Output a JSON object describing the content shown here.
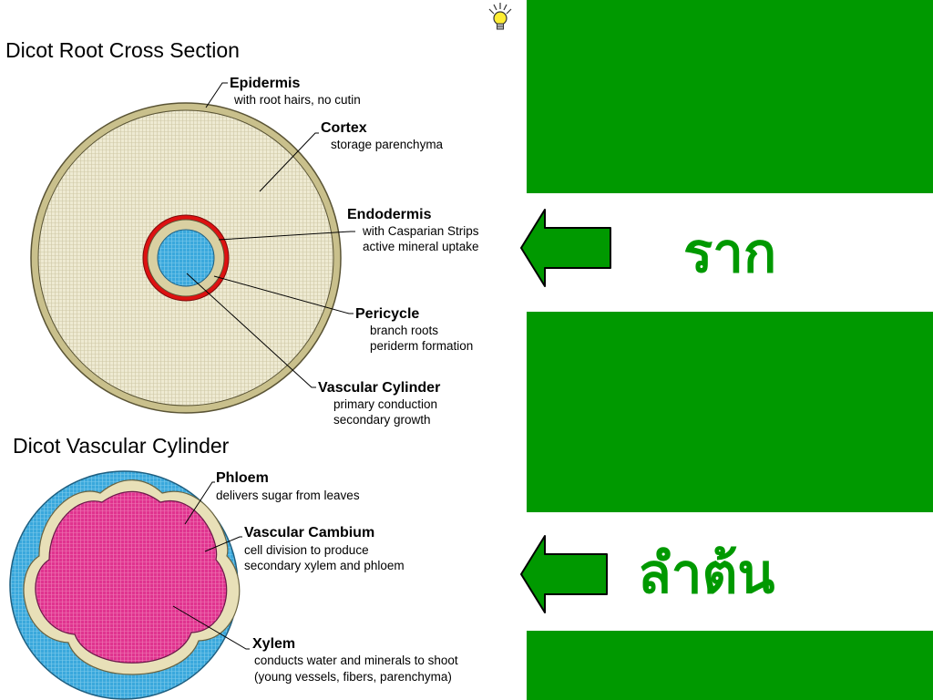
{
  "root_section": {
    "title": "Dicot Root Cross Section",
    "labels": [
      {
        "id": "epidermis",
        "heading": "Epidermis",
        "sub": [
          "with root hairs, no cutin"
        ]
      },
      {
        "id": "cortex",
        "heading": "Cortex",
        "sub": [
          "storage parenchyma"
        ]
      },
      {
        "id": "endodermis",
        "heading": "Endodermis",
        "sub": [
          "with Casparian Strips",
          "active mineral uptake"
        ]
      },
      {
        "id": "pericycle",
        "heading": "Pericycle",
        "sub": [
          "branch roots",
          "periderm formation"
        ]
      },
      {
        "id": "vascular-cylinder",
        "heading": "Vascular Cylinder",
        "sub": [
          "primary conduction",
          "secondary growth"
        ]
      }
    ]
  },
  "stem_section": {
    "title": "Dicot Vascular Cylinder",
    "labels": [
      {
        "id": "phloem",
        "heading": "Phloem",
        "sub": [
          "delivers sugar from leaves"
        ]
      },
      {
        "id": "vascular-cambium",
        "heading": "Vascular Cambium",
        "sub": [
          "cell division to produce",
          "secondary xylem and phloem"
        ]
      },
      {
        "id": "xylem",
        "heading": "Xylem",
        "sub": [
          "conducts water and minerals to shoot",
          "(young vessels, fibers, parenchyma)"
        ]
      }
    ]
  },
  "thai_labels": {
    "root": "ราก",
    "stem": "ลำต้น"
  },
  "colors": {
    "green": "#009900",
    "cortex": "#ece7cc",
    "epidermis": "#c9c08c",
    "endodermis": "#dd1111",
    "vascular": "#3aa8dc",
    "xylem": "#e0338f"
  },
  "icons": [
    "lightbulb-icon",
    "left-arrow-icon"
  ]
}
